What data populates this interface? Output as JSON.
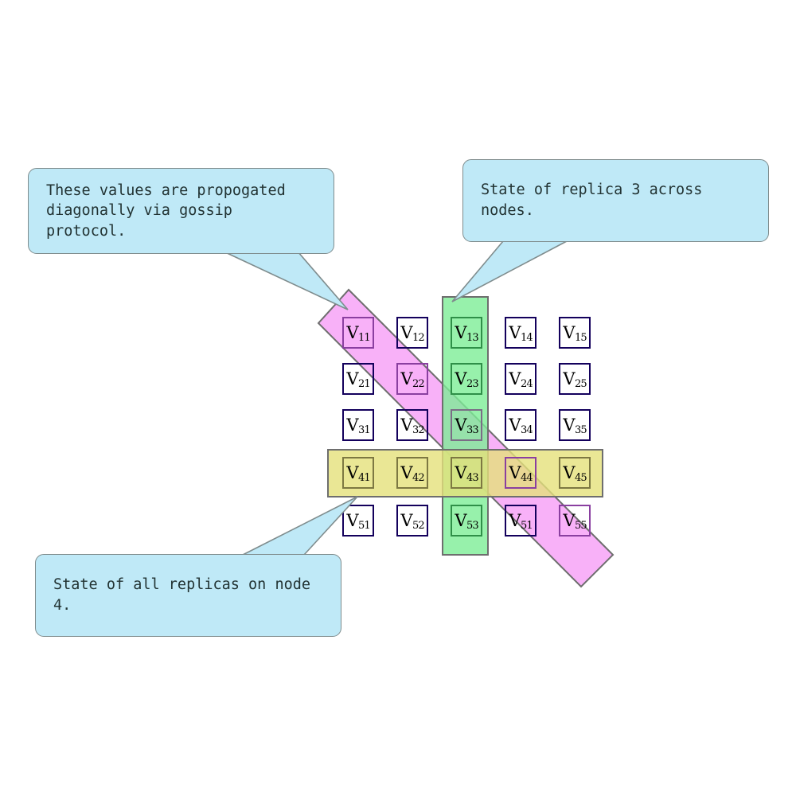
{
  "diagram": {
    "title": "Replica state grid with gossip propagation",
    "background_color": "#ffffff",
    "colors": {
      "cell_border": "#13005c",
      "callout_fill": "#bfe9f7",
      "callout_border": "#7f8c8d",
      "band_green": "#7dee96",
      "band_yellow": "#e5e17a",
      "band_magenta": "#f7a6f7",
      "band_stroke": "#6e6e6e"
    }
  },
  "grid": {
    "rows": 5,
    "cols": 5,
    "cells": [
      [
        {
          "label": "V",
          "sub": "11",
          "highlight": "violet"
        },
        {
          "label": "V",
          "sub": "12",
          "highlight": "none"
        },
        {
          "label": "V",
          "sub": "13",
          "highlight": "green"
        },
        {
          "label": "V",
          "sub": "14",
          "highlight": "none"
        },
        {
          "label": "V",
          "sub": "15",
          "highlight": "none"
        }
      ],
      [
        {
          "label": "V",
          "sub": "21",
          "highlight": "none"
        },
        {
          "label": "V",
          "sub": "22",
          "highlight": "violet"
        },
        {
          "label": "V",
          "sub": "23",
          "highlight": "green"
        },
        {
          "label": "V",
          "sub": "24",
          "highlight": "none"
        },
        {
          "label": "V",
          "sub": "25",
          "highlight": "none"
        }
      ],
      [
        {
          "label": "V",
          "sub": "31",
          "highlight": "none"
        },
        {
          "label": "V",
          "sub": "32",
          "highlight": "none"
        },
        {
          "label": "V",
          "sub": "33",
          "highlight": "grey"
        },
        {
          "label": "V",
          "sub": "34",
          "highlight": "none"
        },
        {
          "label": "V",
          "sub": "35",
          "highlight": "none"
        }
      ],
      [
        {
          "label": "V",
          "sub": "41",
          "highlight": "yellow"
        },
        {
          "label": "V",
          "sub": "42",
          "highlight": "yellow"
        },
        {
          "label": "V",
          "sub": "43",
          "highlight": "yellow"
        },
        {
          "label": "V",
          "sub": "44",
          "highlight": "violet"
        },
        {
          "label": "V",
          "sub": "45",
          "highlight": "yellow"
        }
      ],
      [
        {
          "label": "V",
          "sub": "51",
          "highlight": "none"
        },
        {
          "label": "V",
          "sub": "52",
          "highlight": "none"
        },
        {
          "label": "V",
          "sub": "53",
          "highlight": "green"
        },
        {
          "label": "V",
          "sub": "51",
          "highlight": "none"
        },
        {
          "label": "V",
          "sub": "55",
          "highlight": "violet"
        }
      ]
    ]
  },
  "bands": {
    "column": {
      "name": "replica-3-column",
      "color": "#7dee96"
    },
    "row": {
      "name": "node-4-row",
      "color": "#e5e17a"
    },
    "diagonal": {
      "name": "gossip-diagonal",
      "color": "#f7a6f7"
    }
  },
  "callouts": [
    {
      "id": "gossip-note",
      "text": "These values are propogated\ndiagonally via gossip protocol."
    },
    {
      "id": "replica-note",
      "text": "State of replica 3 across nodes."
    },
    {
      "id": "node-note",
      "text": "State of all replicas on node 4."
    }
  ]
}
